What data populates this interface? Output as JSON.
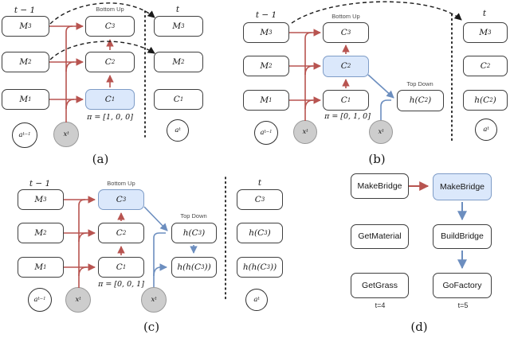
{
  "colors": {
    "red_arrow": "#b85450",
    "blue_arrow": "#6c8ebf",
    "highlight_fill": "#dbe8fb",
    "highlight_border": "#7e9cc7",
    "box_border": "#3f3f3f",
    "gray_node_fill": "#cdcdcd"
  },
  "figure_a": {
    "caption": "(a)",
    "time_prev": "t − 1",
    "time_next": "t",
    "bottom_up_label": "Bottom Up",
    "memory_boxes": [
      "M_3",
      "M_2",
      "M_1"
    ],
    "option_boxes": [
      "C_3",
      "C_2",
      "C_1"
    ],
    "pi_label": "π = [1, 0, 0]",
    "next_boxes": [
      "M_3",
      "M_2",
      "C_1"
    ],
    "prev_action": "a^{t−1}",
    "observation": "x^t",
    "next_action": "a^t"
  },
  "figure_b": {
    "caption": "(b)",
    "time_prev": "t − 1",
    "time_next": "t",
    "bottom_up_label": "Bottom Up",
    "top_down_label": "Top Down",
    "memory_boxes": [
      "M_3",
      "M_2",
      "M_1"
    ],
    "option_boxes": [
      "C_3",
      "C_2",
      "C_1"
    ],
    "pi_label": "π = [0, 1, 0]",
    "top_down_boxes": [
      "h(C_2)"
    ],
    "next_boxes": [
      "M_3",
      "C_2",
      "h(C_2)"
    ],
    "prev_action": "a^{t−1}",
    "observation": "x^t",
    "observation2": "x^t",
    "next_action": "a^t"
  },
  "figure_c": {
    "caption": "(c)",
    "time_prev": "t − 1",
    "time_next": "t",
    "bottom_up_label": "Bottom Up",
    "top_down_label": "Top Down",
    "memory_boxes": [
      "M_3",
      "M_2",
      "M_1"
    ],
    "option_boxes": [
      "C_3",
      "C_2",
      "C_1"
    ],
    "pi_label": "π = [0, 0, 1]",
    "top_down_boxes": [
      "h(C_3)",
      "h(h(C_3))"
    ],
    "next_boxes": [
      "C_3",
      "h(C_3)",
      "h(h(C_3))"
    ],
    "prev_action": "a^{t−1}",
    "observation": "x^t",
    "observation2": "x^t",
    "next_action": "a^t"
  },
  "figure_d": {
    "caption": "(d)",
    "prev_plan": [
      "MakeBridge",
      "GetMaterial",
      "GetGrass"
    ],
    "new_plan": [
      "MakeBridge",
      "BuildBridge",
      "GoFactory"
    ],
    "prev_time": "t=4",
    "new_time": "t=5"
  }
}
